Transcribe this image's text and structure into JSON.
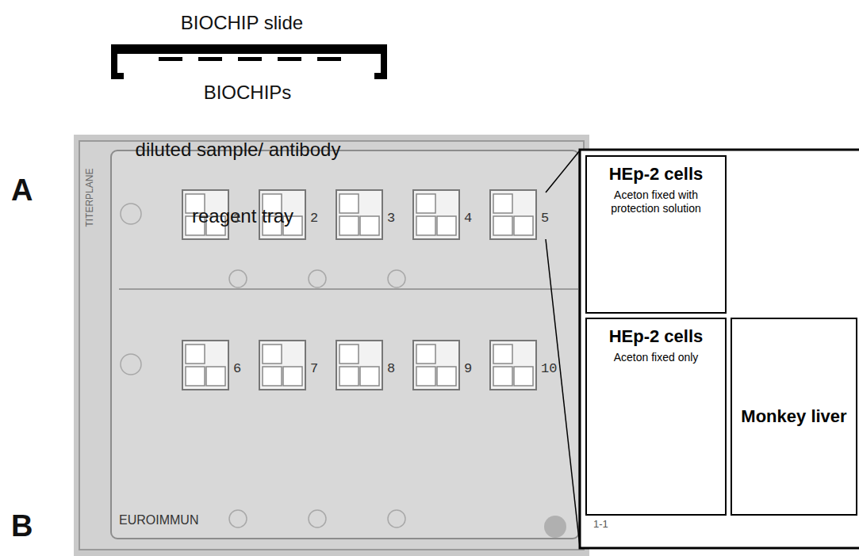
{
  "diagram": {
    "nodes": [
      {
        "text": [
          "HEp-2 cells",
          "Aceton fixed with protection solution"
        ]
      },
      {
        "text": [
          "HEp-2 cells",
          "Aceton fixed only"
        ]
      },
      {
        "text": [
          "Monkey liver"
        ]
      }
    ],
    "labels": [
      "BIOCHIP slide",
      "BIOCHIPs",
      "diluted sample/ antibody",
      "reagent tray",
      "A",
      "B",
      "TITERPLANE",
      "1",
      "2",
      "3",
      "4",
      "5",
      "6",
      "7",
      "8",
      "9",
      "10",
      "EUROIMMUN",
      "1-1"
    ]
  }
}
